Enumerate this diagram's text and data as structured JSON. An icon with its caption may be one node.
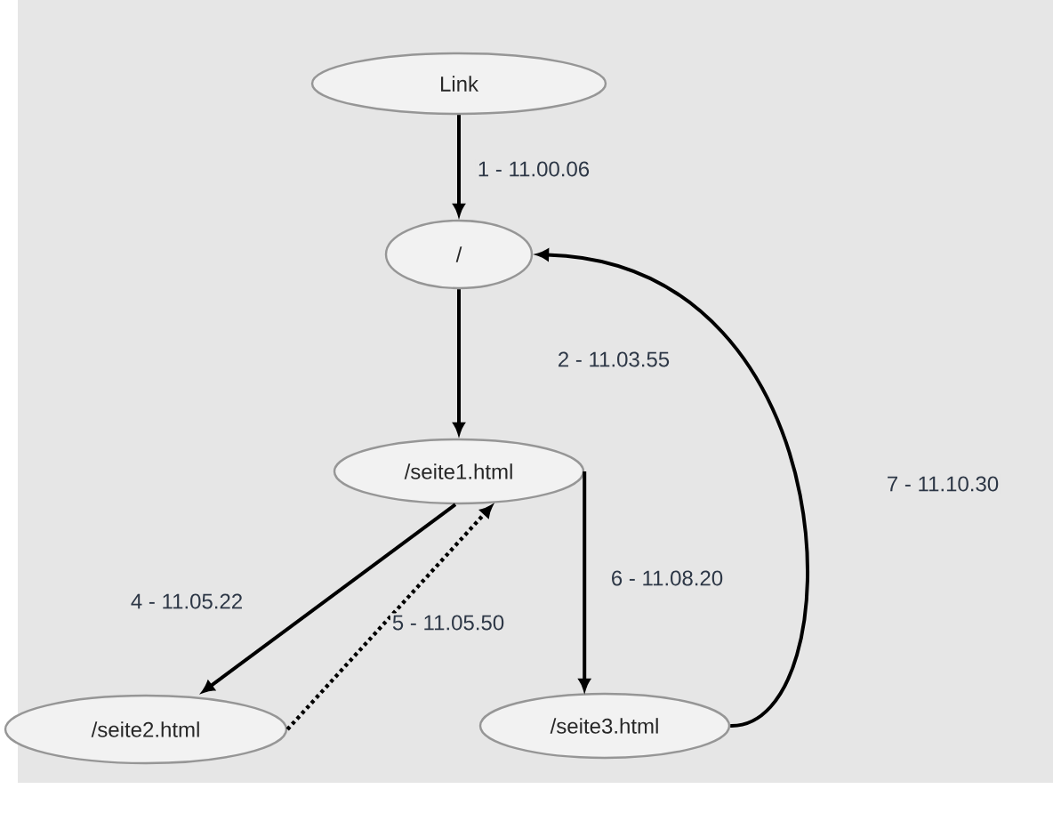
{
  "diagram": {
    "nodes": [
      {
        "text": [
          "Link"
        ]
      },
      {
        "text": [
          "/"
        ]
      },
      {
        "text": [
          "/seite1.html"
        ]
      },
      {
        "text": [
          "/seite2.html"
        ]
      },
      {
        "text": [
          "/seite3.html"
        ]
      }
    ],
    "edges": [
      {
        "from": 0,
        "to": 1,
        "arrow": "to",
        "label": "1 - 11.00.06"
      },
      {
        "from": 1,
        "to": 2,
        "arrow": "to",
        "label": "2 - 11.03.55"
      },
      {
        "from": 2,
        "to": 3,
        "arrow": "to",
        "label": "4 - 11.05.22"
      },
      {
        "from": 3,
        "to": 2,
        "arrow": "to",
        "label": "5 - 11.05.50",
        "style": "dashed"
      },
      {
        "from": 2,
        "to": 4,
        "arrow": "to",
        "label": "6 - 11.08.20"
      },
      {
        "from": 4,
        "to": 1,
        "arrow": "to",
        "label": "7 - 11.10.30"
      }
    ]
  }
}
